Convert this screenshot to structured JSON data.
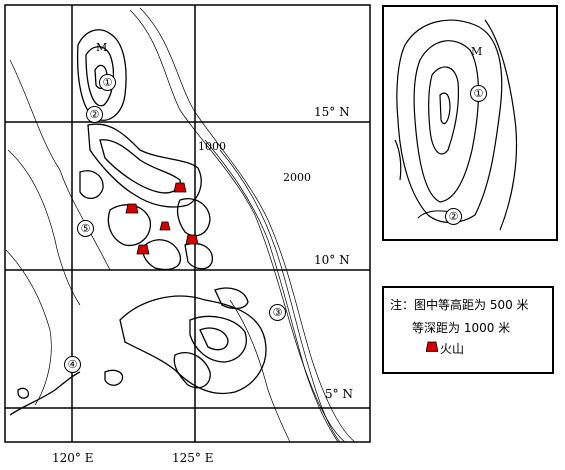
{
  "map": {
    "lat_labels": [
      "15° N",
      "10° N",
      "5° N"
    ],
    "lon_labels": [
      "120° E",
      "125° E"
    ],
    "depth_labels": [
      "1000",
      "2000"
    ],
    "point_labels": [
      "M"
    ],
    "markers": [
      "①",
      "②",
      "③",
      "④",
      "⑤"
    ],
    "volcano_count": 5
  },
  "inset": {
    "point_labels": [
      "M"
    ],
    "markers": [
      "①",
      "②"
    ]
  },
  "legend": {
    "note_line1": "注：图中等高距为 500 米",
    "note_line2": "等深距为 1000 米",
    "volcano_label": "火山"
  },
  "colors": {
    "volcano": "#d40000",
    "ink": "#000000"
  }
}
